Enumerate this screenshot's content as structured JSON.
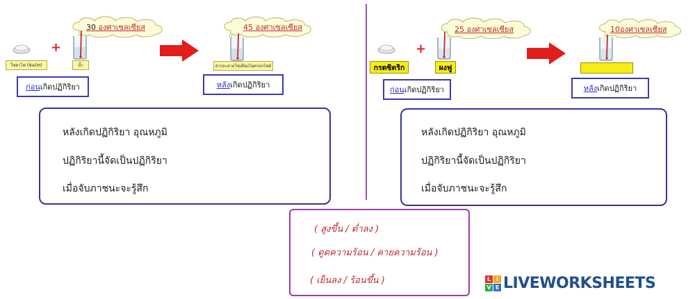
{
  "left": {
    "before_temp_num": "30",
    "before_temp_unit": "องศาเซลเซียส",
    "after_temp": "45 องศาเซลเซียส",
    "reactant1": "โซดาไฟ (NaOH)",
    "reactant2": "น้ำ",
    "product": "สารละลายโซเดียมไฮดรอกไซด์",
    "before_prefix": "ก่อน",
    "before_suffix": "เกิดปฏิกิริยา",
    "after_prefix": "หลัง",
    "after_suffix": "เกิดปฏิกิริยา",
    "q1": "หลังเกิดปฏิกิริยา อุณหภูมิ",
    "q2": "ปฏิกิริยานี้จัดเป็นปฏิกิริยา",
    "q3": "เมื่อจับภาชนะจะรู้สึก"
  },
  "right": {
    "before_temp": "25 องศาเซลเซียส",
    "after_temp": "10องศาเซลเซียส",
    "reactant1": "กรดซิตริก",
    "reactant2": "ผงฟู",
    "before_prefix": "ก่อน",
    "before_suffix": "เกิดปฏิกิริยา",
    "after_prefix": "หลัง",
    "after_suffix": "เกิดปฏิกิริยา",
    "q1": "หลังเกิดปฏิกิริยา อุณหภูมิ",
    "q2": "ปฏิกิริยานี้จัดเป็นปฏิกิริยา",
    "q3": "เมื่อจับภาชนะจะรู้สึก"
  },
  "options": {
    "opt1": "( สูงขึ้น  /  ต่ำลง )",
    "opt2": "( ดูดความร้อน  /  คายความร้อน )",
    "opt3": "( เย็นลง  /  ร้อนขึ้น )"
  },
  "plus": "+",
  "brand": {
    "text": "LIVEWORKSHEETS",
    "logo_letters": [
      "L",
      "I",
      "V",
      "E"
    ],
    "logo_colors": [
      "#e2312d",
      "#f5a623",
      "#2fa84f",
      "#2b6fd6"
    ]
  }
}
